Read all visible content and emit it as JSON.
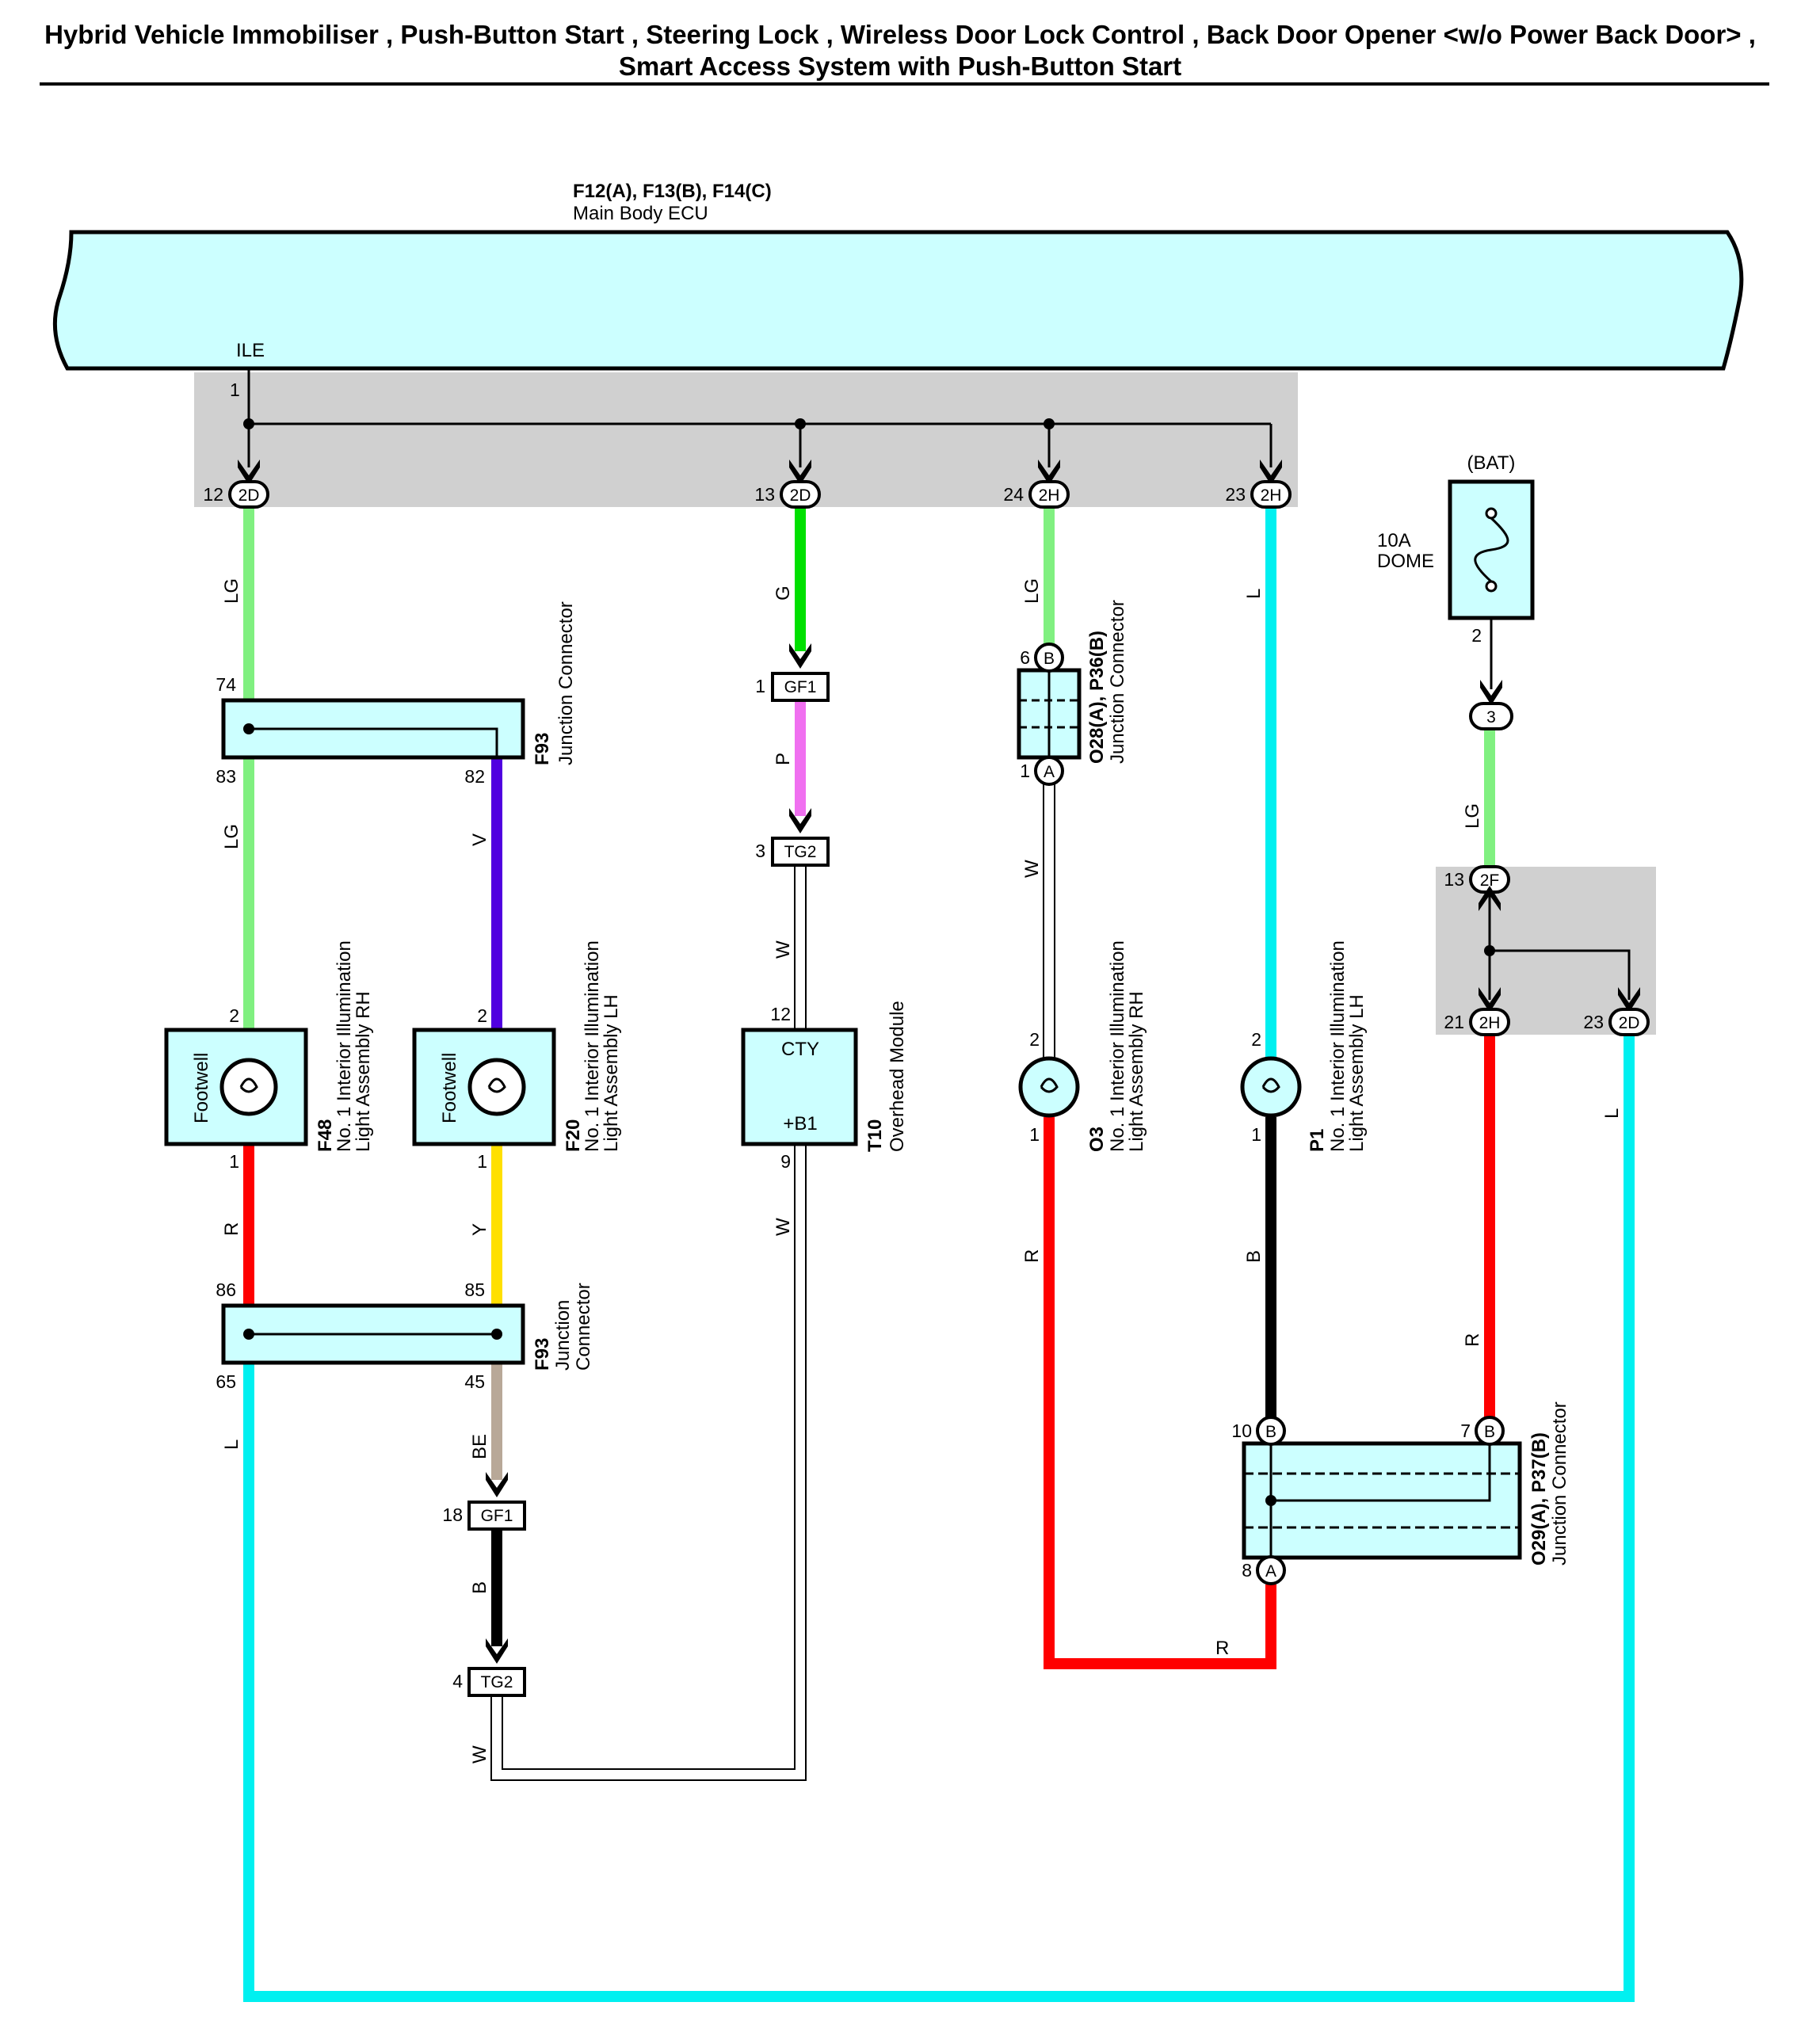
{
  "title": {
    "line1": "Hybrid Vehicle Immobiliser , Push-Button Start , Steering Lock , Wireless Door Lock Control , Back Door Opener <w/o Power Back Door> ,",
    "line2": "Smart Access System with Push-Button Start"
  },
  "colors": {
    "LG": "#80f080",
    "G": "#00e000",
    "P": "#f070f0",
    "V": "#5000e0",
    "L": "#00f0f0",
    "R": "#ff0000",
    "Y": "#ffe000",
    "BE": "#b8a898",
    "B": "#000000",
    "W": "#ffffff",
    "ecu_fill": "#ccffff",
    "shade": "#d0d0d0"
  },
  "ecu": {
    "id": "F12(A), F13(B), F14(C)",
    "name": "Main Body ECU",
    "terminal": "ILE",
    "terminal_pin": "1"
  },
  "ecu_connectors": [
    {
      "pin": "12",
      "code": "2D"
    },
    {
      "pin": "13",
      "code": "2D"
    },
    {
      "pin": "24",
      "code": "2H"
    },
    {
      "pin": "23",
      "code": "2H"
    }
  ],
  "battery": {
    "source": "(BAT)",
    "fuse_rating": "10A",
    "fuse_name": "DOME",
    "out_pin": "2",
    "conn_code": "3"
  },
  "jb_right": {
    "in_pin": "13",
    "in_code": "2F",
    "out1_pin": "21",
    "out1_code": "2H",
    "out2_pin": "23",
    "out2_code": "2D"
  },
  "f93_top": {
    "id": "F93",
    "name": "Junction Connector",
    "pin_in": "74",
    "pin_out1": "83",
    "pin_out2": "82"
  },
  "f93_bottom": {
    "id": "F93",
    "name_line1": "Junction",
    "name_line2": "Connector",
    "pin_in1": "86",
    "pin_in2": "85",
    "pin_out1": "65",
    "pin_out2": "45"
  },
  "f48": {
    "id": "F48",
    "name_line1": "No. 1 Interior Illumination",
    "name_line2": "Light Assembly RH",
    "inner_label": "Footwell",
    "pin_top": "2",
    "pin_bottom": "1"
  },
  "f20": {
    "id": "F20",
    "name_line1": "No. 1 Interior Illumination",
    "name_line2": "Light Assembly LH",
    "inner_label": "Footwell",
    "pin_top": "2",
    "pin_bottom": "1"
  },
  "gf1_top": {
    "pin": "1",
    "code": "GF1"
  },
  "tg2_top": {
    "pin": "3",
    "code": "TG2"
  },
  "gf1_bottom": {
    "pin": "18",
    "code": "GF1"
  },
  "tg2_bottom": {
    "pin": "4",
    "code": "TG2"
  },
  "t10": {
    "id": "T10",
    "name": "Overhead Module",
    "term_top": "CTY",
    "term_bottom": "+B1",
    "pin_top": "12",
    "pin_bottom": "9"
  },
  "o28": {
    "id": "O28(A), P36(B)",
    "name": "Junction Connector",
    "pin_top": "6",
    "pin_top_code": "B",
    "pin_bottom": "1",
    "pin_bottom_code": "A"
  },
  "o3": {
    "id": "O3",
    "name_line1": "No. 1 Interior Illumination",
    "name_line2": "Light Assembly RH",
    "pin_top": "2",
    "pin_bottom": "1"
  },
  "p1": {
    "id": "P1",
    "name_line1": "No. 1 Interior Illumination",
    "name_line2": "Light Assembly LH",
    "pin_top": "2",
    "pin_bottom": "1"
  },
  "o29": {
    "id": "O29(A), P37(B)",
    "name": "Junction Connector",
    "pin_b1": "10",
    "pin_b1_code": "B",
    "pin_b2": "7",
    "pin_b2_code": "B",
    "pin_a": "8",
    "pin_a_code": "A"
  },
  "wire_codes": {
    "lg_left_upper": "LG",
    "g_mid": "G",
    "lg_mid": "LG",
    "l_right": "L",
    "lg_left_lower": "LG",
    "v": "V",
    "p": "P",
    "w_o28": "W",
    "w_tg2": "W",
    "lg_bat": "LG",
    "l_far_right": "L",
    "r_left": "R",
    "y": "Y",
    "w_t10": "W",
    "r_o3": "R",
    "b_p1": "B",
    "r_jb": "R",
    "l_left": "L",
    "be": "BE",
    "b_gf1": "B",
    "r_bottom": "R",
    "w_bottom": "W"
  }
}
